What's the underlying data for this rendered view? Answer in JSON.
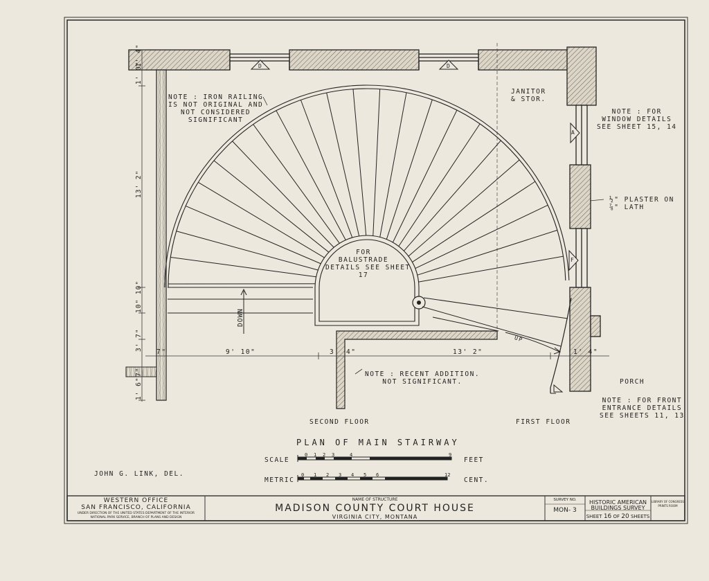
{
  "notes": {
    "iron_railing": [
      "NOTE :  IRON RAILING",
      "IS NOT ORIGINAL AND",
      "NOT CONSIDERED",
      "SIGNIFICANT"
    ],
    "janitor": [
      "JANITOR",
      "& STOR."
    ],
    "window_details": [
      "NOTE :  FOR",
      "WINDOW  DETAILS",
      "SEE  SHEET  15, 14"
    ],
    "plaster": [
      "½\" PLASTER ON",
      "⅞\" LATH"
    ],
    "balustrade": [
      "FOR",
      "BALUSTRADE",
      "DETAILS SEE SHEET",
      "17"
    ],
    "recent_addition": [
      "NOTE :  RECENT  ADDITION.",
      "NOT  SIGNIFICANT."
    ],
    "porch": "PORCH",
    "front_entrance": [
      "NOTE :  FOR  FRONT",
      "ENTRANCE  DETAILS",
      "SEE  SHEETS  11, 13"
    ],
    "down": "DOWN",
    "up": "UP"
  },
  "window_tags": [
    "D",
    "D",
    "A",
    "F"
  ],
  "floors": {
    "second": "SECOND   FLOOR",
    "first": "FIRST   FLOOR"
  },
  "dimensions": {
    "horizontal": [
      "7\"",
      "9' 10\"",
      "3'",
      "4\"",
      "13' 2\"",
      "1' 4\""
    ],
    "vertical": [
      "1' 4\"",
      "1' 0\"",
      "13' 2\"",
      "10\" 10\"",
      "3' 7\"",
      "7\"",
      "1' 6\""
    ]
  },
  "drawing_title": "PLAN  OF  MAIN  STAIRWAY",
  "scale": {
    "label": "SCALE",
    "ticks": [
      "0",
      "1",
      "2",
      "3",
      "4",
      "9"
    ],
    "unit": "FEET"
  },
  "metric": {
    "label": "METRIC",
    "ticks": [
      "0",
      "1",
      "2",
      "3",
      "4",
      "5",
      "6",
      "12"
    ],
    "unit": "CENT."
  },
  "delineator": "JOHN   G.  LINK,  DEL.",
  "title_block": {
    "office": "WESTERN OFFICE",
    "city": "SAN FRANCISCO,  CALIFORNIA",
    "dept1": "UNDER DIRECTION OF THE UNITED STATES DEPARTMENT OF THE INTERIOR",
    "dept2": "NATIONAL PARK SERVICE, BRANCH OF PLANS AND DESIGN",
    "name_label": "NAME OF STRUCTURE",
    "structure": "MADISON COUNTY COURT HOUSE",
    "location": "VIRGINIA CITY, MONTANA",
    "survey_label": "SURVEY NO.",
    "survey_no": "MON- 3",
    "habs1": "HISTORIC AMERICAN",
    "habs2": "BUILDINGS SURVEY",
    "sheet_label": "SHEET",
    "sheet_no": "16",
    "of_label": "OF",
    "sheet_total": "20",
    "sheets_label": "SHEETS",
    "loc1": "LIBRARY OF CONGRESS",
    "loc2": "PRINTS ROOM"
  }
}
